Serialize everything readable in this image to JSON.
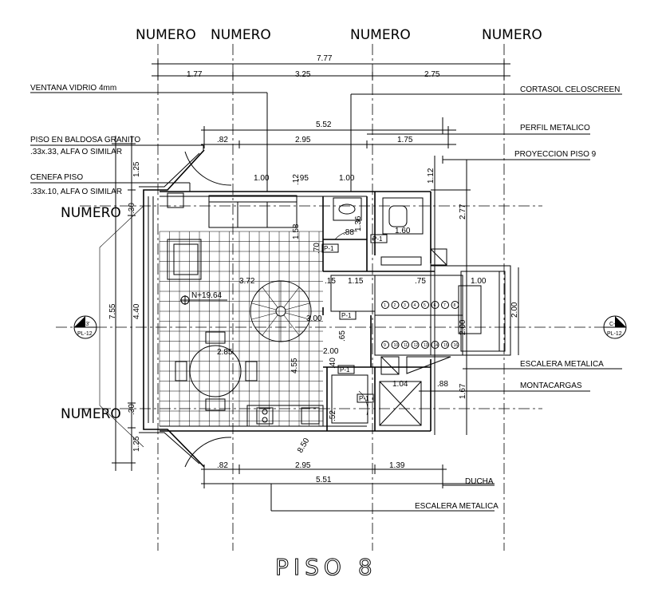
{
  "axis_labels": [
    "NUMERO",
    "NUMERO",
    "NUMERO",
    "NUMERO",
    "NUMERO",
    "NUMERO"
  ],
  "top_dims": {
    "total": "7.77",
    "a": "1.77",
    "b": "3.25",
    "c": "2.75"
  },
  "upper_dims": {
    "total": "5.52",
    "a": ".82",
    "b": "2.95",
    "c": "1.75"
  },
  "lower_dims": {
    "a": ".82",
    "b": "2.95",
    "c": "1.39",
    "total": "5.51"
  },
  "left_dims": {
    "a": "1.25",
    "b": "4.40",
    "c": "7.55",
    "d": "1.25",
    "e": ".30",
    "f": ".30"
  },
  "right_dims": {
    "a": "1.12",
    "b": "2.77",
    "c": "2.00",
    "d": "1.67",
    "e": "2.00"
  },
  "interior_dims": {
    "d100a": "1.00",
    "d95": ".95",
    "d100b": "1.00",
    "d12": ".12",
    "d372": "3.72",
    "d115": "1.15",
    "d75": ".75",
    "d100c": "1.00",
    "d15": ".15",
    "d200": "2.00",
    "d285": "2.85",
    "d455": "4.55",
    "d104": "1.04",
    "d88": ".88",
    "d160": "1.60",
    "d850": "8.50",
    "d136": "1.36",
    "d158": "1.58",
    "d70": ".70",
    "d88b": ".88",
    "d300": "3.00",
    "d65": ".65",
    "d52": ".52",
    "d40": ".40"
  },
  "level_mark": "N+19.64",
  "door_tags": [
    "P-1",
    "P-1",
    "P-1",
    "P-1",
    "P-1"
  ],
  "section_marks": {
    "left_top": "C-3'",
    "left_bottom": "PL-12",
    "right_top": "C-3'",
    "right_bottom": "PL-12"
  },
  "stair_steps": [
    "1",
    "2",
    "3",
    "4",
    "5",
    "6",
    "7",
    "8",
    "9",
    "10",
    "11",
    "12",
    "13",
    "14",
    "15",
    "16"
  ],
  "notes": {
    "ventana": "VENTANA VIDRIO 4mm",
    "piso1": "PISO EN BALDOSA GRANITO",
    "piso2": ".33x.33, ALFA O SIMILAR",
    "cenefa1": "CENEFA PISO",
    "cenefa2": ".33x.10, ALFA O SIMILAR",
    "cortasol": "CORTASOL CELOSCREEN",
    "perfil": "PERFIL METALICO",
    "proyeccion": "PROYECCION PISO 9",
    "escalera1": "ESCALERA METALICA",
    "montacargas": "MONTACARGAS",
    "ducha": "DUCHA",
    "escalera2": "ESCALERA METALICA"
  },
  "title": "PISO 8"
}
